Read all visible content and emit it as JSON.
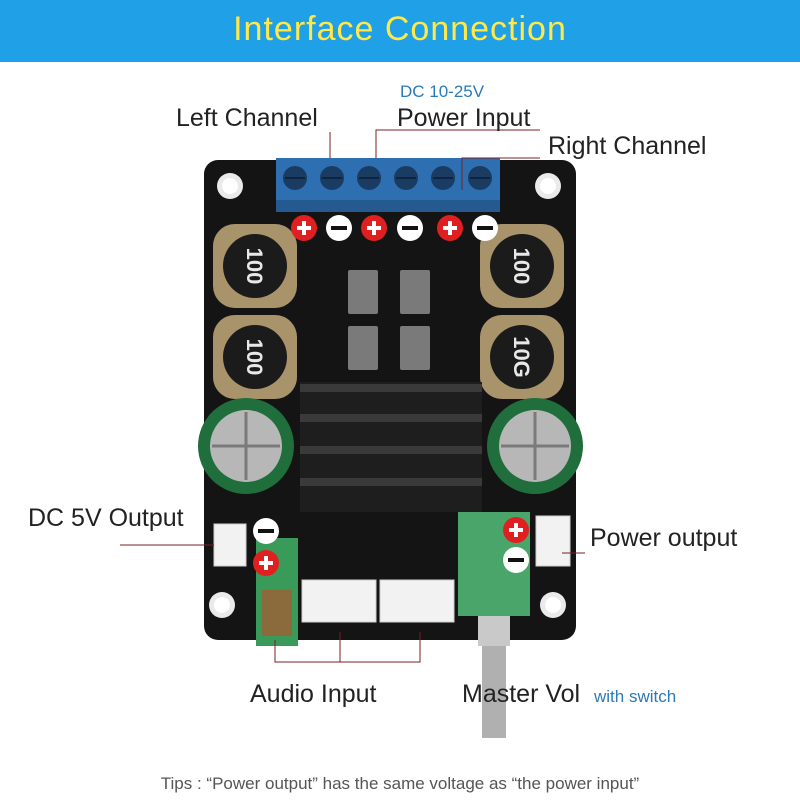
{
  "header": {
    "title": "Interface  Connection"
  },
  "labels": {
    "dc_range": "DC 10-25V",
    "left_channel": "Left Channel",
    "power_input": "Power Input",
    "right_channel": "Right Channel",
    "dc5v_output": "DC 5V Output",
    "power_output": "Power output",
    "audio_input": "Audio Input",
    "master_vol": "Master Vol",
    "with_switch": "with switch"
  },
  "inductor_marking": "100",
  "inductor_marking_alt": "10G",
  "tips": "Tips : “Power output” has the same voltage as “the power input”",
  "colors": {
    "banner": "#20a0e6",
    "title": "#ffe94a",
    "plus_badge": "#e02020",
    "terminal_blue": "#2d6fb0",
    "cap_green": "#1f6e3c"
  }
}
